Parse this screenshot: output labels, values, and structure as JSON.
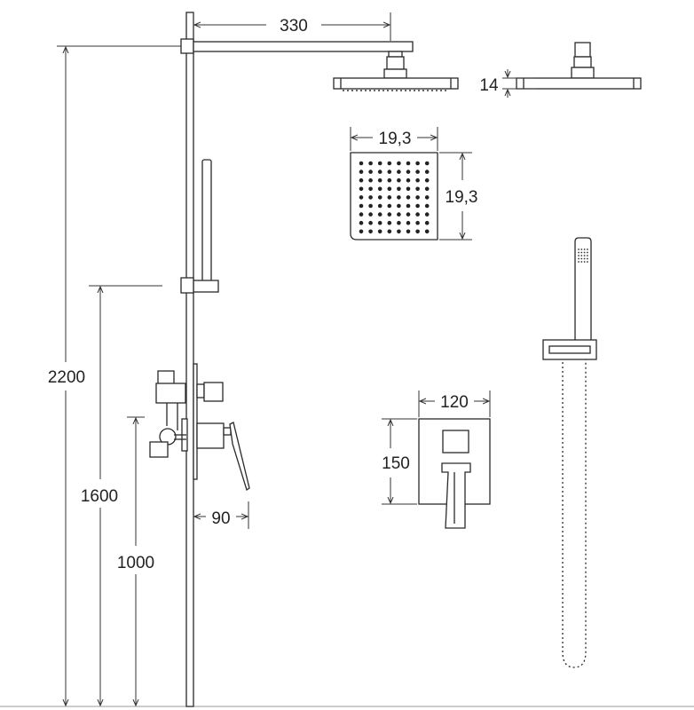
{
  "drawing": {
    "dimensions": {
      "arm_length": "330",
      "head_thickness": "14",
      "head_width": "19,3",
      "head_depth": "19,3",
      "total_height": "2200",
      "holder_height": "1600",
      "mixer_height": "1000",
      "mixer_projection": "90",
      "mixer_plate_width": "120",
      "mixer_plate_height": "150"
    }
  }
}
